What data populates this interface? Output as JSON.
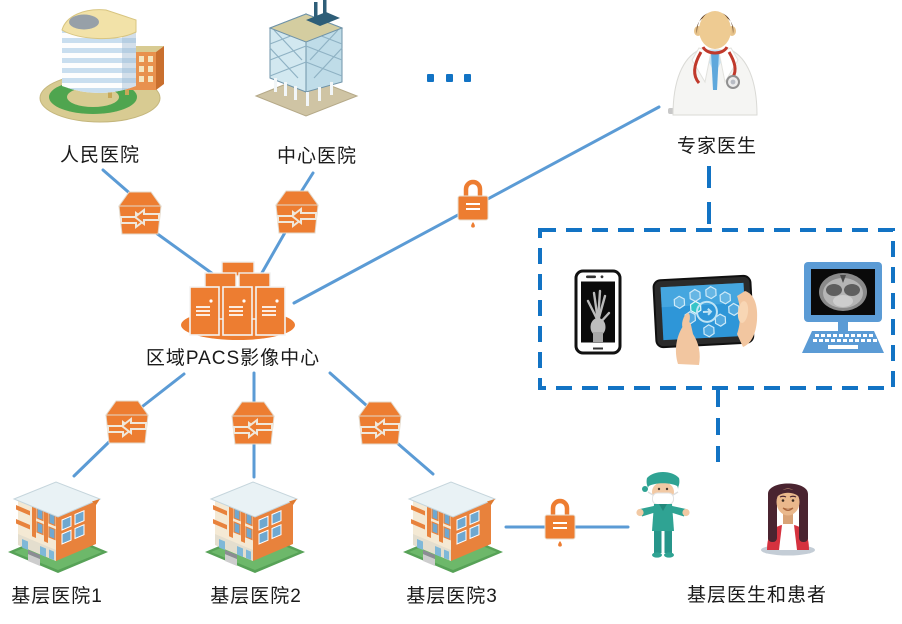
{
  "diagram_type": "regional-pacs-network-topology",
  "nodes": {
    "peoples_hospital": {
      "label": "人民医院",
      "icon": "hospital-tower-icon"
    },
    "central_hospital": {
      "label": "中心医院",
      "icon": "office-tower-icon"
    },
    "more_hospitals": {
      "icon": "ellipsis-dots"
    },
    "expert_doctor": {
      "label": "专家医生",
      "icon": "doctor-icon"
    },
    "pacs_center": {
      "label": "区域PACS影像中心",
      "icon": "server-cluster-icon"
    },
    "primary_hospital_1": {
      "label": "基层医院1",
      "icon": "clinic-building-icon"
    },
    "primary_hospital_2": {
      "label": "基层医院2",
      "icon": "clinic-building-icon"
    },
    "primary_hospital_3": {
      "label": "基层医院3",
      "icon": "clinic-building-icon"
    },
    "primary_doctor_and_patient": {
      "label": "基层医生和患者",
      "icons": [
        "surgeon-icon",
        "patient-icon"
      ]
    },
    "viewing_devices": {
      "icons": [
        "smartphone-xray-icon",
        "tablet-in-hands-icon",
        "desktop-ct-monitor-icon"
      ]
    }
  },
  "connections": [
    {
      "from": "peoples_hospital",
      "to": "pacs_center",
      "via": "gateway-router",
      "style": "solid"
    },
    {
      "from": "central_hospital",
      "to": "pacs_center",
      "via": "gateway-router",
      "style": "solid"
    },
    {
      "from": "pacs_center",
      "to": "expert_doctor",
      "via": "security-lock",
      "style": "solid"
    },
    {
      "from": "pacs_center",
      "to": "primary_hospital_1",
      "via": "gateway-router",
      "style": "solid"
    },
    {
      "from": "pacs_center",
      "to": "primary_hospital_2",
      "via": "gateway-router",
      "style": "solid"
    },
    {
      "from": "pacs_center",
      "to": "primary_hospital_3",
      "via": "gateway-router",
      "style": "solid"
    },
    {
      "from": "primary_hospital_3",
      "to": "primary_doctor_and_patient",
      "via": "security-lock",
      "style": "solid"
    },
    {
      "from": "expert_doctor",
      "to": "viewing_devices",
      "style": "dashed"
    },
    {
      "from": "viewing_devices",
      "to": "primary_doctor_and_patient",
      "style": "dashed"
    }
  ],
  "colors": {
    "connection_line": "#5B9BD5",
    "dashed_line": "#1273C4",
    "device_orange": "#ED7D31",
    "label_text": "#1A1A1A",
    "background": "#FFFFFF"
  }
}
